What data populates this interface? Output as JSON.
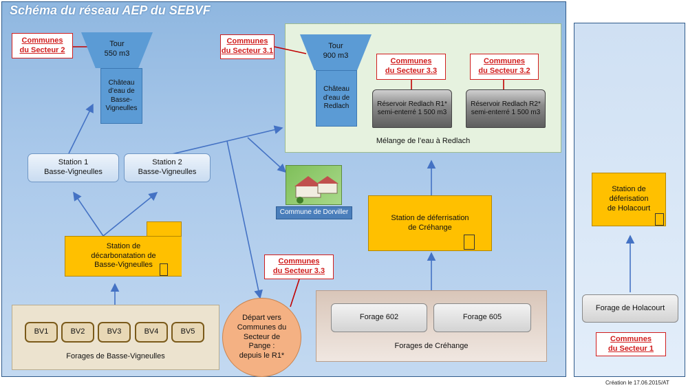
{
  "title": "Schéma du réseau AEP du SEBVF",
  "communes": {
    "s2": [
      "Communes",
      "du Secteur 2"
    ],
    "s31": [
      "Communes",
      "du Secteur 3.1"
    ],
    "s33a": [
      "Communes",
      "du Secteur 3.3"
    ],
    "s32": [
      "Communes",
      "du Secteur 3.2"
    ],
    "s33b": [
      "Communes",
      "du Secteur 3.3"
    ],
    "s1": [
      "Communes",
      "du Secteur 1"
    ]
  },
  "tower_bv": {
    "top": [
      "Tour",
      "550 m3"
    ],
    "body": [
      "Château",
      "d’eau de",
      "Basse-",
      "Vigneulles"
    ]
  },
  "tower_redlach": {
    "top": [
      "Tour",
      "900 m3"
    ],
    "body": [
      "Château",
      "d’eau de",
      "Redlach"
    ]
  },
  "reservoirs": {
    "r1": [
      "Réservoir Redlach R1*",
      "semi-enterré 1 500 m3"
    ],
    "r2": [
      "Réservoir Redlach R2*",
      "semi-enterré 1 500 m3"
    ]
  },
  "redlach_label": "Mélange de l’eau à Redlach",
  "stations": {
    "s1": [
      "Station 1",
      "Basse-Vigneulles"
    ],
    "s2": [
      "Station 2",
      "Basse-Vigneulles"
    ],
    "decarb": [
      "Station de",
      "décarbonatation de",
      "Basse-Vigneulles"
    ],
    "defer_crehange": [
      "Station de déferrisation",
      "de Créhange"
    ],
    "defer_holacourt": [
      "Station de",
      "déferisation",
      "de Holacourt"
    ]
  },
  "dorviller_label": "Commune de Dorviller",
  "bv_wells": [
    "BV1",
    "BV2",
    "BV3",
    "BV4",
    "BV5"
  ],
  "bv_label": "Forages de Basse-Vigneulles",
  "depart": [
    "Départ vers",
    "Communes du",
    "Secteur de",
    "Pange :",
    "depuis le R1*"
  ],
  "crehange_wells": [
    "Forage 602",
    "Forage 605"
  ],
  "crehange_label": "Forages de Créhange",
  "holacourt_well": "Forage de Holacourt",
  "credit": "Création le 17.06.2015/AT",
  "colors": {
    "arrow": "#4472c4",
    "connector": "#c00000",
    "orange": "#ffc000",
    "tower": "#5b9bd5"
  }
}
